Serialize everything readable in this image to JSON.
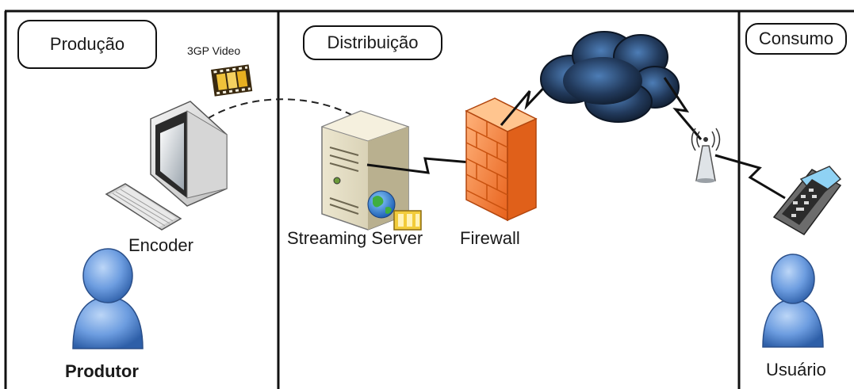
{
  "sections": [
    {
      "id": "producao",
      "title": "Produção"
    },
    {
      "id": "distribuicao",
      "title": "Distribuição"
    },
    {
      "id": "consumo",
      "title": "Consumo"
    }
  ],
  "labels": {
    "video": "3GP Video",
    "encoder": "Encoder",
    "producer": "Produtor",
    "streaming_server": "Streaming Server",
    "firewall": "Firewall",
    "user": "Usuário"
  },
  "icons": [
    "film-strip-icon",
    "computer-monitor-icon",
    "keyboard-icon",
    "person-icon",
    "server-tower-icon",
    "globe-icon",
    "firewall-icon",
    "cloud-icon",
    "antenna-icon",
    "mobile-phone-icon"
  ],
  "colors": {
    "person_blue": "#5b8fd6",
    "firewall_orange": "#f07a2a",
    "cloud_dark": "#1f3350",
    "border": "#111111"
  }
}
